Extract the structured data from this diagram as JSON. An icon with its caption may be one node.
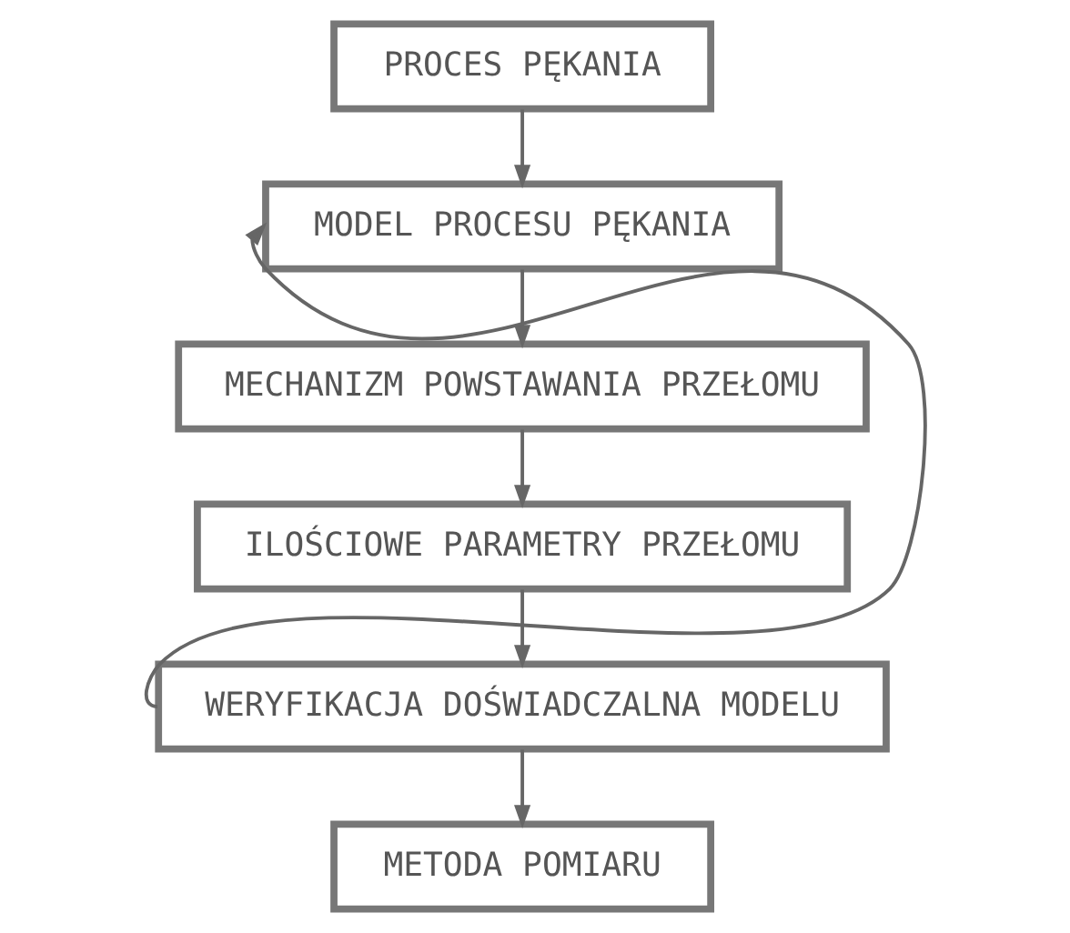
{
  "diagram": {
    "nodes": [
      {
        "text": [
          "PROCES PĘKANIA"
        ]
      },
      {
        "text": [
          "MODEL PROCESU PĘKANIA"
        ]
      },
      {
        "text": [
          "MECHANIZM POWSTAWANIA PRZEŁOMU"
        ]
      },
      {
        "text": [
          "ILOŚCIOWE PARAMETRY PRZEŁOMU"
        ]
      },
      {
        "text": [
          "WERYFIKACJA DOŚWIADCZALNA MODELU"
        ]
      },
      {
        "text": [
          "METODA POMIARU"
        ]
      }
    ],
    "edges": [
      {
        "from": 0,
        "to": 1,
        "arrow": "to"
      },
      {
        "from": 1,
        "to": 2,
        "arrow": "to"
      },
      {
        "from": 2,
        "to": 3,
        "arrow": "to"
      },
      {
        "from": 3,
        "to": 4,
        "arrow": "to"
      },
      {
        "from": 4,
        "to": 1,
        "arrow": "to"
      },
      {
        "from": 4,
        "to": 5,
        "arrow": "to"
      }
    ]
  }
}
